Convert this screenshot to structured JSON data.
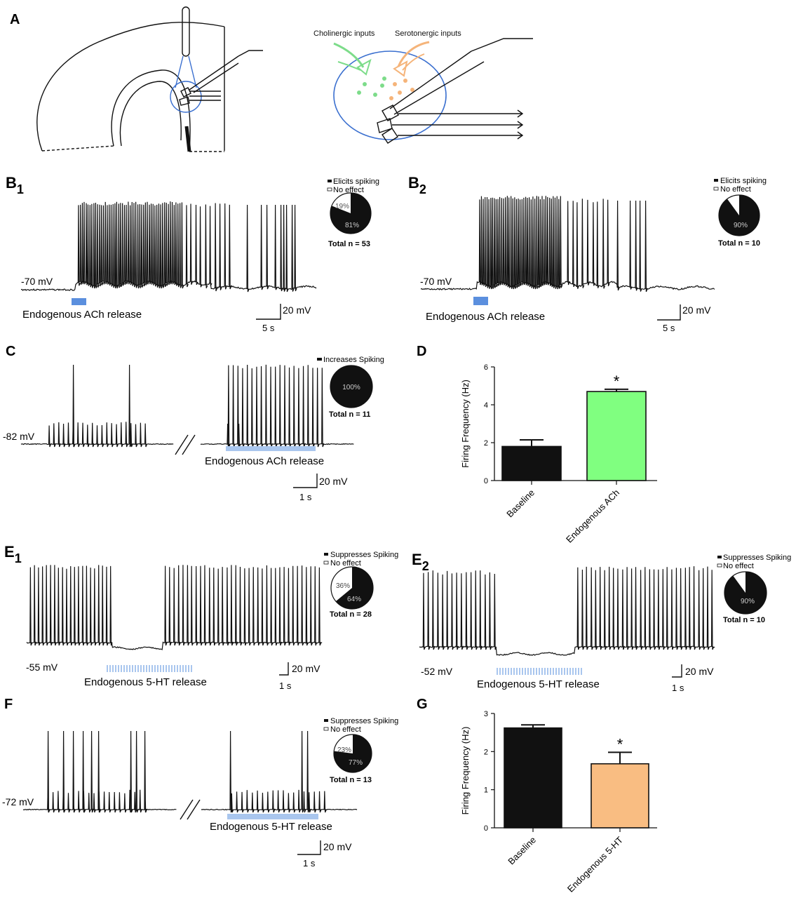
{
  "panels": {
    "A": {
      "letter": "A",
      "cholinergic_label": "Cholinergic inputs",
      "serotonergic_label": "Serotonergic inputs"
    },
    "B1": {
      "letter": "B",
      "sub": "1",
      "voltage": "-70 mV",
      "stim_label": "Endogenous ACh release",
      "scale_v": "20 mV",
      "scale_t": "5 s",
      "legend": [
        "Elicits spiking",
        "No  effect"
      ],
      "pie_pct": [
        81,
        19
      ],
      "pie_text": [
        "81%",
        "19%"
      ],
      "total": "Total n = 53"
    },
    "B2": {
      "letter": "B",
      "sub": "2",
      "voltage": "-70 mV",
      "stim_label": "Endogenous ACh release",
      "scale_v": "20 mV",
      "scale_t": "5 s",
      "legend": [
        "Elicits spiking",
        "No  effect"
      ],
      "pie_pct": [
        90,
        10
      ],
      "pie_text": [
        "90%"
      ],
      "total": "Total n = 10"
    },
    "C": {
      "letter": "C",
      "voltage": "-82 mV",
      "stim_label": "Endogenous ACh release",
      "scale_v": "20 mV",
      "scale_t": "1 s",
      "legend": [
        "Increases Spiking"
      ],
      "pie_pct": [
        100,
        0
      ],
      "pie_text": [
        "100%"
      ],
      "total": "Total n = 11"
    },
    "E1": {
      "letter": "E",
      "sub": "1",
      "voltage": "-55 mV",
      "stim_label": "Endogenous 5-HT release",
      "scale_v": "20 mV",
      "scale_t": "1 s",
      "legend": [
        "Suppresses Spiking",
        "No effect"
      ],
      "pie_pct": [
        64,
        36
      ],
      "pie_text": [
        "64%",
        "36%"
      ],
      "total": "Total n = 28"
    },
    "E2": {
      "letter": "E",
      "sub": "2",
      "voltage": "-52 mV",
      "stim_label": "Endogenous 5-HT release",
      "scale_v": "20 mV",
      "scale_t": "1 s",
      "legend": [
        "Suppresses Spiking",
        "No effect"
      ],
      "pie_pct": [
        90,
        10
      ],
      "pie_text": [
        "90%"
      ],
      "total": "Total n = 10"
    },
    "F": {
      "letter": "F",
      "voltage": "-72 mV",
      "stim_label": "Endogenous 5-HT release",
      "scale_v": "20 mV",
      "scale_t": "1 s",
      "legend": [
        "Suppresses Spiking",
        "No effect"
      ],
      "pie_pct": [
        77,
        23
      ],
      "pie_text": [
        "77%",
        "23%"
      ],
      "total": "Total n = 13"
    }
  },
  "chart_data": [
    {
      "panel": "D",
      "letter": "D",
      "type": "bar",
      "ylabel": "Firing Frequency (Hz)",
      "categories": [
        "Baseline",
        "Endogenous ACh"
      ],
      "values": [
        1.8,
        4.7
      ],
      "errors": [
        0.35,
        0.12
      ],
      "colors": [
        "#111111",
        "#80ff80"
      ],
      "ylim": [
        0,
        6
      ],
      "yticks": [
        0,
        2,
        4,
        6
      ],
      "ytick_labels": [
        "0",
        "2",
        "4",
        "6"
      ],
      "significance": [
        "",
        "*"
      ]
    },
    {
      "panel": "G",
      "letter": "G",
      "type": "bar",
      "ylabel": "Firing Frequency (Hz)",
      "categories": [
        "Baseline",
        "Endogenous 5-HT"
      ],
      "values": [
        2.62,
        1.68
      ],
      "errors": [
        0.08,
        0.3
      ],
      "colors": [
        "#111111",
        "#f9bd82"
      ],
      "ylim": [
        0,
        3
      ],
      "yticks": [
        0,
        1,
        2,
        3
      ],
      "ytick_labels": [
        "0",
        "1",
        "2",
        "3"
      ],
      "significance": [
        "",
        "*"
      ]
    }
  ],
  "colors": {
    "ink": "#111111",
    "stim_blue": "#5b8fde",
    "stim_light": "#a9c6ee",
    "circle_blue": "#3a6fcf",
    "green": "#7ddc8a",
    "orange": "#f5b47a"
  }
}
